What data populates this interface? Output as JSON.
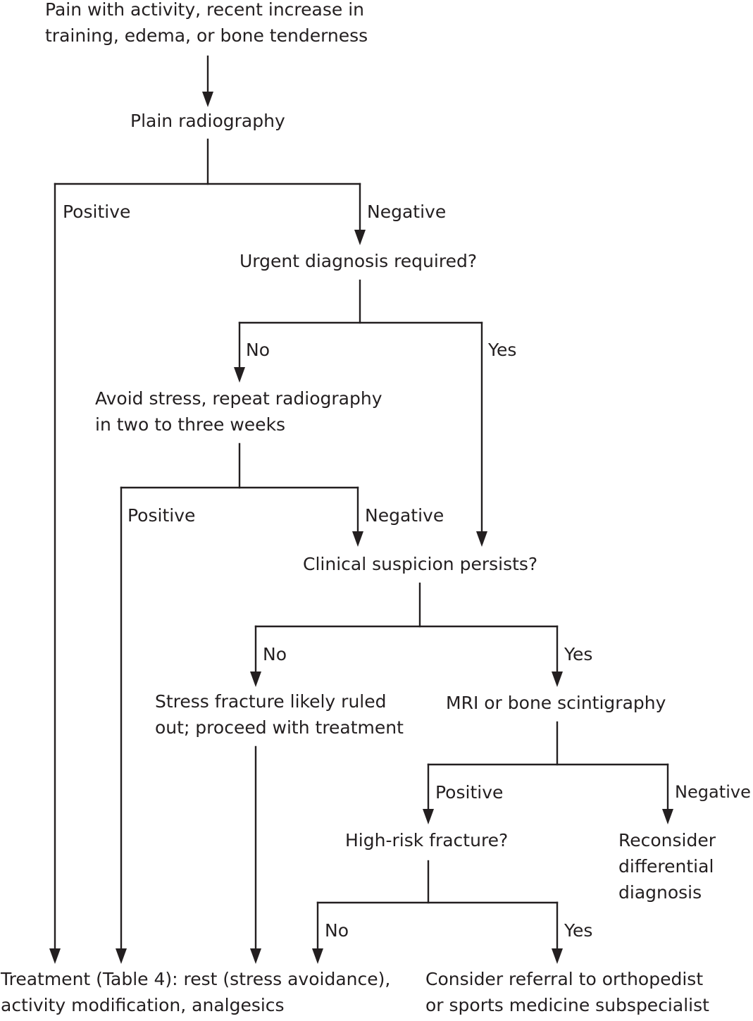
{
  "nodes": {
    "start": [
      "Pain with activity, recent increase in",
      "training, edema, or bone tenderness"
    ],
    "plain_radiography": "Plain radiography",
    "urgent_diagnosis": "Urgent diagnosis required?",
    "avoid_stress": [
      "Avoid stress, repeat radiography",
      "in two to three weeks"
    ],
    "clinical_suspicion": "Clinical suspicion persists?",
    "ruled_out": [
      "Stress fracture likely ruled",
      "out; proceed with treatment"
    ],
    "mri": "MRI or bone scintigraphy",
    "high_risk": "High-risk fracture?",
    "reconsider": [
      "Reconsider",
      "differential",
      "diagnosis"
    ],
    "treatment": [
      "Treatment (Table 4): rest (stress avoidance),",
      "activity modification, analgesics"
    ],
    "referral": [
      "Consider referral to orthopedist",
      "or sports medicine subspecialist"
    ]
  },
  "edge_labels": {
    "xray_positive": "Positive",
    "xray_negative": "Negative",
    "urgent_no": "No",
    "urgent_yes": "Yes",
    "repeat_positive": "Positive",
    "repeat_negative": "Negative",
    "suspicion_no": "No",
    "suspicion_yes": "Yes",
    "mri_positive": "Positive",
    "mri_negative": "Negative",
    "highrisk_no": "No",
    "highrisk_yes": "Yes"
  }
}
